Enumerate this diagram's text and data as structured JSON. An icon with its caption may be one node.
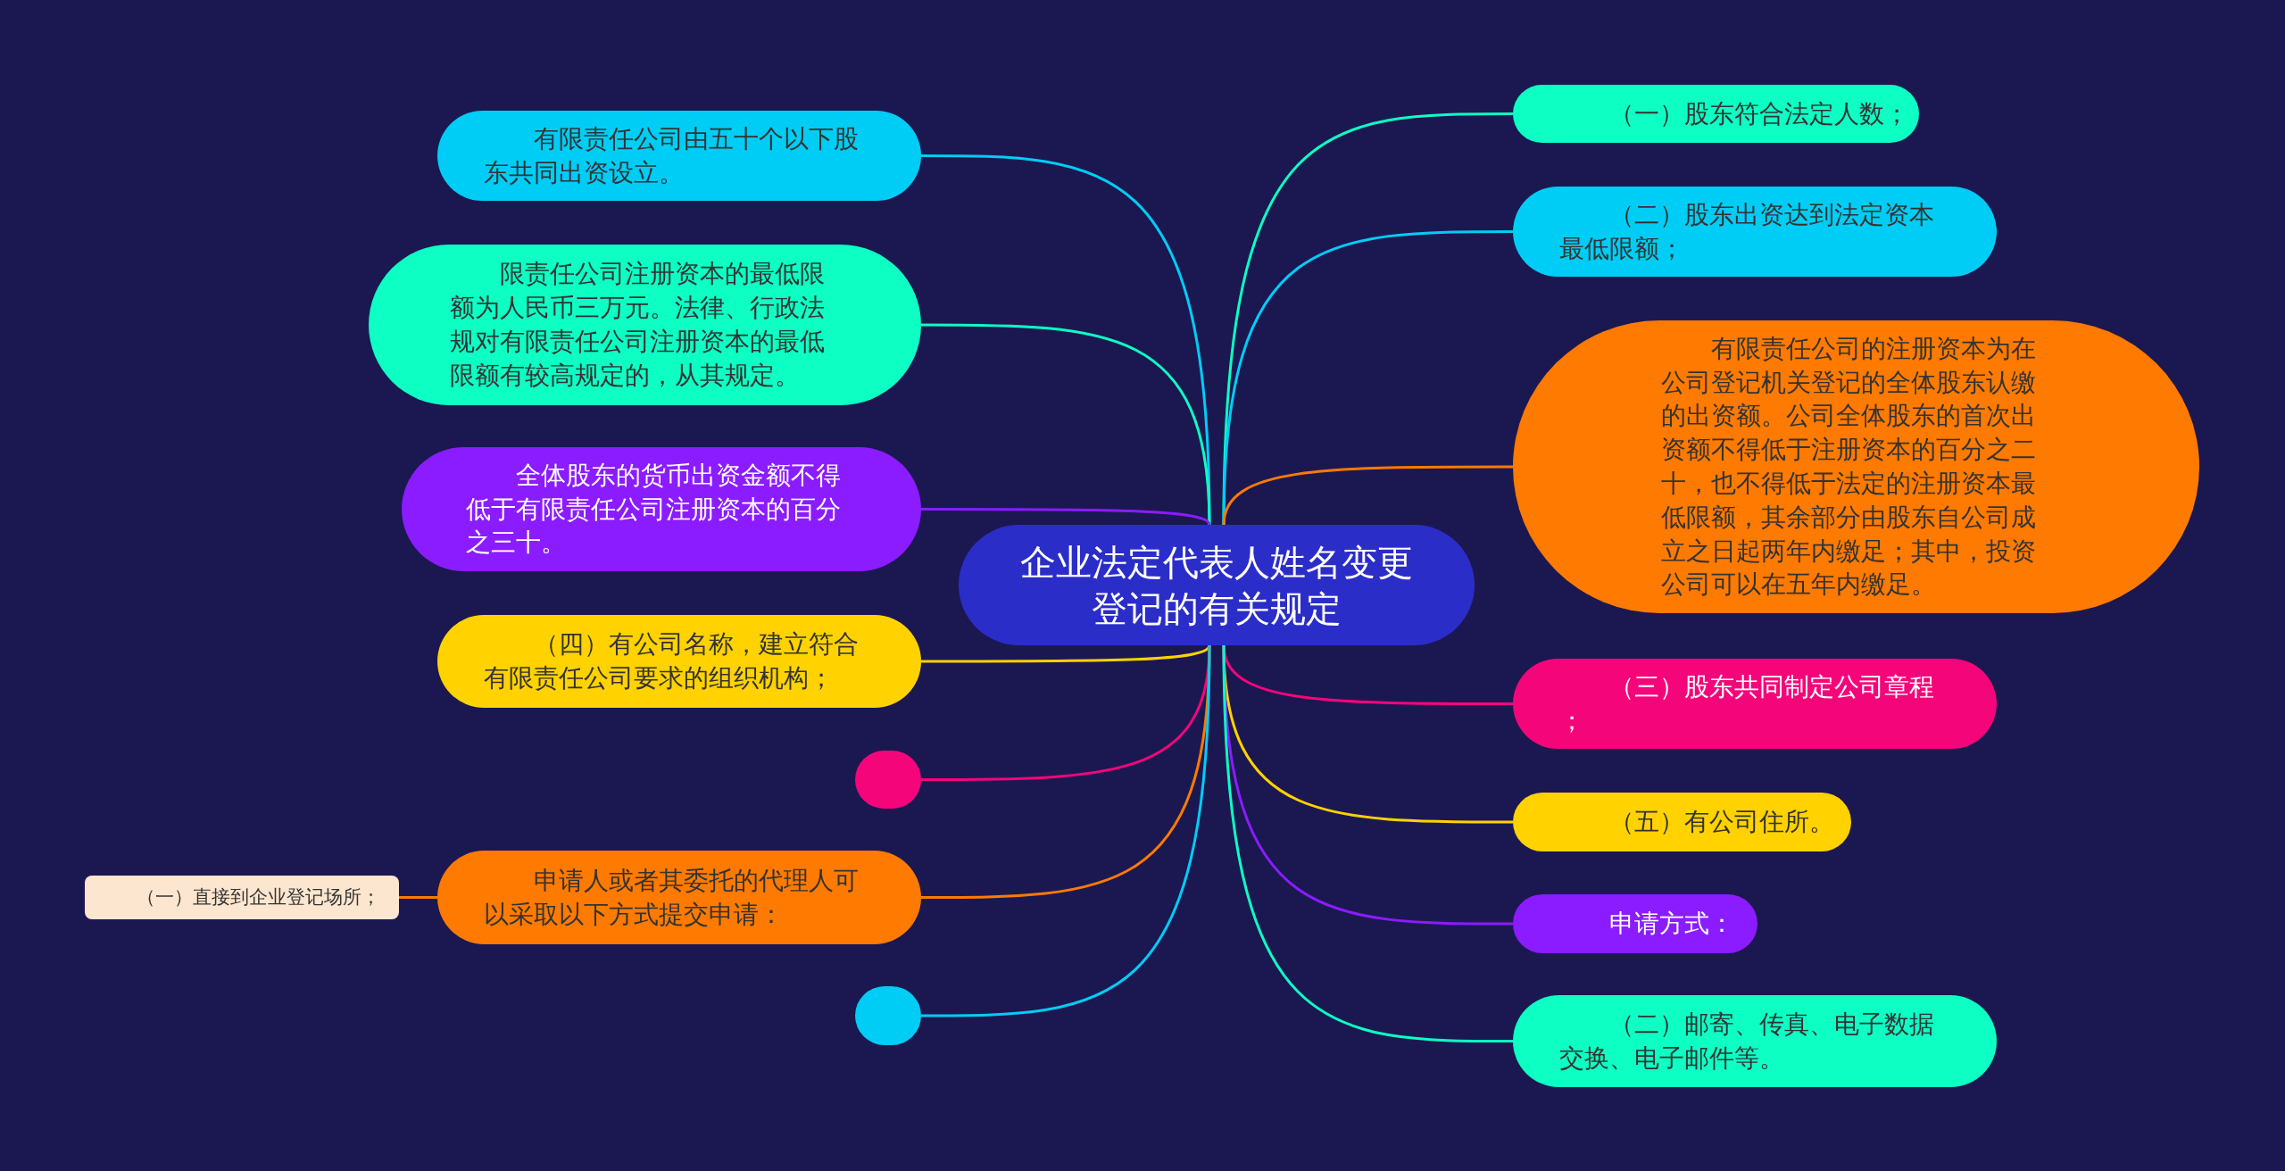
{
  "diagram": {
    "nodes": [
      {
        "text": [
          "企业法定代表人姓名变更登记的有关规定"
        ]
      },
      {
        "text": [
          "有限责任公司由五十个以下股东共同出资设立。"
        ]
      },
      {
        "text": [
          "限责任公司注册资本的最低限额为人民币三万元。法律、行政法规对有限责任公司注册资本的最低限额有较高规定的，从其规定。"
        ]
      },
      {
        "text": [
          "全体股东的货币出资金额不得低于有限责任公司注册资本的百分之三十。"
        ]
      },
      {
        "text": [
          "（四）有公司名称，建立符合有限责任公司要求的组织机构；"
        ]
      },
      {
        "text": [],
        "shape": "box"
      },
      {
        "text": [
          "申请人或者其委托的代理人可以采取以下方式提交申请："
        ]
      },
      {
        "text": [
          "（一）直接到企业登记场所；"
        ]
      },
      {
        "text": [],
        "shape": "box"
      },
      {
        "text": [
          "（一）股东符合法定人数；"
        ]
      },
      {
        "text": [
          "（二）股东出资达到法定资本最低限额；"
        ]
      },
      {
        "text": [
          "有限责任公司的注册资本为在公司登记机关登记的全体股东认缴的出资额。公司全体股东的首次出资额不得低于注册资本的百分之二十，也不得低于法定的注册资本最低限额，其余部分由股东自公司成立之日起两年内缴足；其中，投资公司可以在五年内缴足。"
        ]
      },
      {
        "text": [
          "（三）股东共同制定公司章程；"
        ]
      },
      {
        "text": [
          "（五）有公司住所。"
        ]
      },
      {
        "text": [
          "申请方式："
        ]
      },
      {
        "text": [
          "（二）邮寄、传真、电子数据交换、电子邮件等。"
        ]
      }
    ],
    "edges": [
      {
        "from": 0,
        "to": 1,
        "arrow": "none",
        "color": "#00cdf5"
      },
      {
        "from": 0,
        "to": 2,
        "arrow": "none",
        "color": "#0dffc4"
      },
      {
        "from": 0,
        "to": 3,
        "arrow": "none",
        "color": "#8b1cff"
      },
      {
        "from": 0,
        "to": 4,
        "arrow": "none",
        "color": "#ffd200"
      },
      {
        "from": 0,
        "to": 5,
        "arrow": "none",
        "color": "#f5057a"
      },
      {
        "from": 0,
        "to": 6,
        "arrow": "none",
        "color": "#ff7a00"
      },
      {
        "from": 6,
        "to": 7,
        "arrow": "none",
        "color": "#ff7a00"
      },
      {
        "from": 0,
        "to": 8,
        "arrow": "none",
        "color": "#00cdf5"
      },
      {
        "from": 0,
        "to": 9,
        "arrow": "none",
        "color": "#0dffc4"
      },
      {
        "from": 0,
        "to": 10,
        "arrow": "none",
        "color": "#00cdf5"
      },
      {
        "from": 0,
        "to": 11,
        "arrow": "none",
        "color": "#ff7a00"
      },
      {
        "from": 0,
        "to": 12,
        "arrow": "none",
        "color": "#f5057a"
      },
      {
        "from": 0,
        "to": 13,
        "arrow": "none",
        "color": "#ffd200"
      },
      {
        "from": 0,
        "to": 14,
        "arrow": "none",
        "color": "#8b1cff"
      },
      {
        "from": 0,
        "to": 15,
        "arrow": "none",
        "color": "#0dffc4"
      }
    ]
  }
}
